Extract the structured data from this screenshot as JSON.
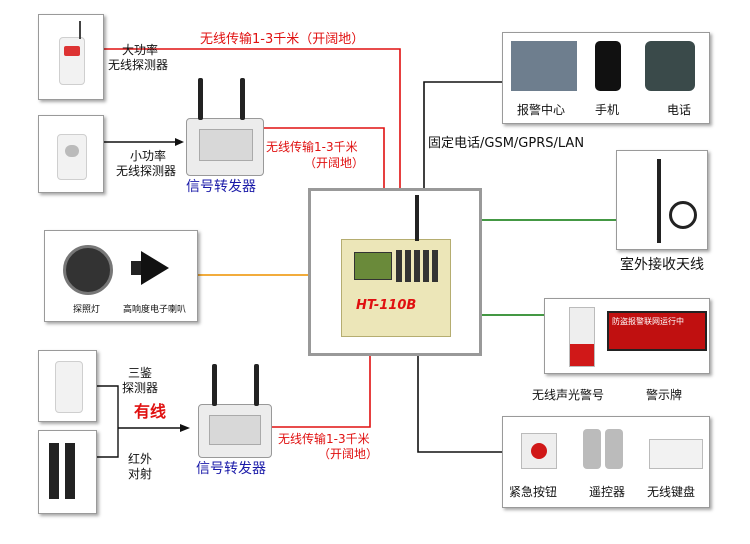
{
  "labels": {
    "high_power_detector": [
      "大功率",
      "无线探测器"
    ],
    "low_power_detector": [
      "小功率",
      "无线探测器"
    ],
    "repeater_top": "信号转发器",
    "repeater_bottom": "信号转发器",
    "wireless_top": "无线传输1-3千米（开阔地）",
    "wireless_mid": [
      "无线传输1-3千米",
      "（开阔地）"
    ],
    "wireless_bottom": [
      "无线传输1-3千米",
      "（开阔地）"
    ],
    "searchlight": "探照灯",
    "speaker": "高响度电子喇叭",
    "triple_detector": [
      "三鉴",
      "探测器"
    ],
    "wired": "有线",
    "ir_beam": [
      "红外",
      "对射"
    ],
    "comm_link": "固定电话/GSM/GPRS/LAN",
    "alarm_center": "报警中心",
    "mobile": "手机",
    "telephone": "电话",
    "antenna": "室外接收天线",
    "strobe_siren": "无线声光警号",
    "warning_sign": "警示牌",
    "emergency_button": "紧急按钮",
    "remote": "遥控器",
    "keypad": "无线键盘",
    "panel_model": "HT-110B",
    "sign_text": "防盗报警联网运行中"
  },
  "colors": {
    "red_link": "#e01010",
    "green_link": "#2a8a2a",
    "orange_link": "#f0a020",
    "black_link": "#111111",
    "blue_text": "#1a1aa8"
  }
}
